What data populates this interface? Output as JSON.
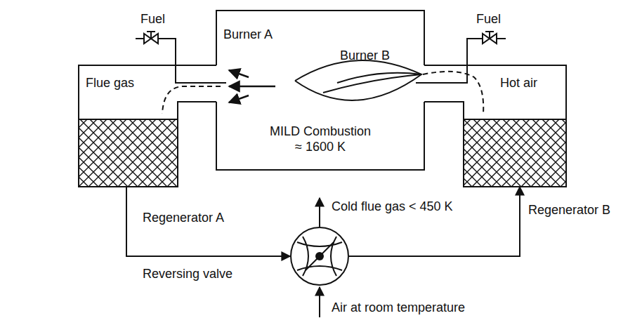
{
  "diagram": {
    "nodes": [
      {
        "text": [
          "Burner A",
          "Burner B",
          "MILD Combustion ≈ 1600 K"
        ]
      },
      {
        "text": [
          "Flue gas"
        ]
      },
      {
        "text": [
          "Hot air"
        ]
      },
      {
        "text": [
          "Reversing valve"
        ]
      }
    ],
    "edges": [
      {
        "from": 1,
        "to": 3,
        "arrow": "to"
      },
      {
        "from": 3,
        "to": 2,
        "arrow": "to"
      }
    ],
    "labels": [
      "Fuel",
      "Fuel",
      "Regenerator A",
      "Regenerator B",
      "Cold flue gas < 450 K",
      "Air at room temperature"
    ]
  }
}
